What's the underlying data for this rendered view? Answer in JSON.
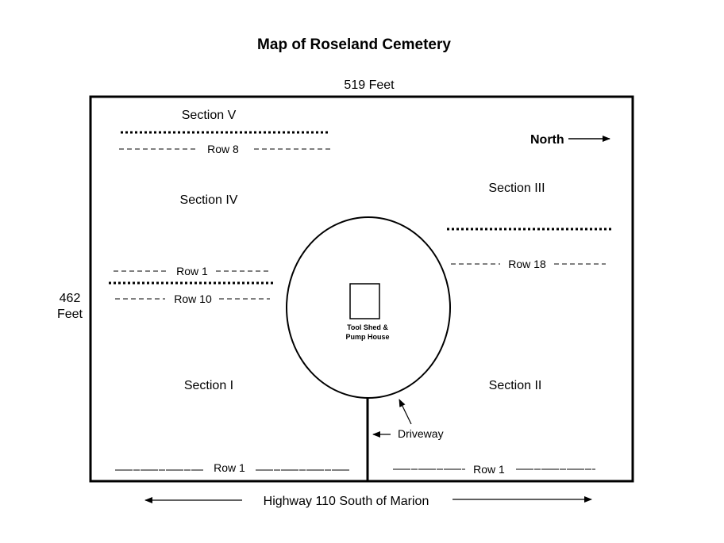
{
  "map": {
    "title": "Map of Roseland Cemetery",
    "top_dimension": "519 Feet",
    "side_dimension_line1": "462",
    "side_dimension_line2": "Feet",
    "road_label": "Highway 110 South of Marion",
    "north_label": "North",
    "sections": {
      "section_v": "Section V",
      "section_iv": "Section IV",
      "section_iii": "Section III",
      "section_i": "Section I",
      "section_ii": "Section II"
    },
    "rows": {
      "row_8": "Row 8",
      "row_1_mid": "Row 1",
      "row_10": "Row 10",
      "row_18": "Row 18",
      "row_1_bottom_left": "Row 1",
      "row_1_bottom_right": "Row 1"
    },
    "tool_shed_line1": "Tool Shed &",
    "tool_shed_line2": "Pump House",
    "driveway_label": "Driveway"
  }
}
